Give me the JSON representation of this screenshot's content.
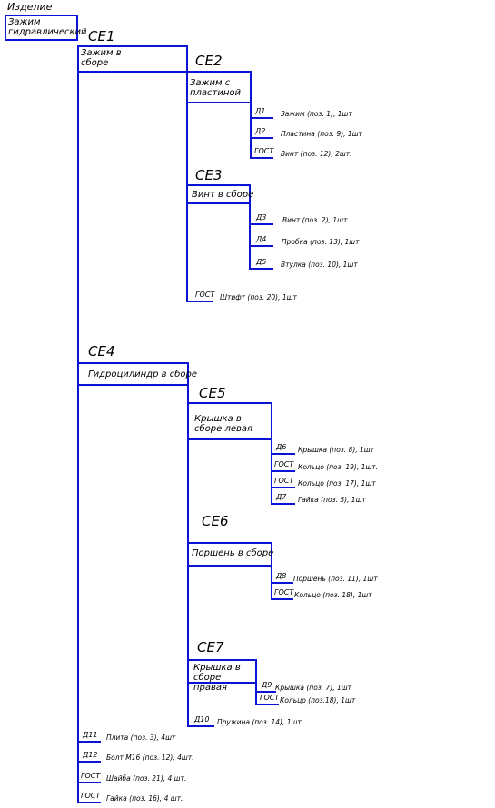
{
  "root": {
    "caption": "Изделие",
    "name": "Зажим гидравлический"
  },
  "ce1": {
    "code": "СЕ1",
    "name": "Зажим в сборе"
  },
  "ce2": {
    "code": "СЕ2",
    "name": "Зажим с пластиной"
  },
  "ce3": {
    "code": "СЕ3",
    "name": "Винт в сборе"
  },
  "ce4": {
    "code": "СЕ4",
    "name": "Гидроцилиндр в сборе"
  },
  "ce5": {
    "code": "СЕ5",
    "name": "Крышка в сборе левая"
  },
  "ce6": {
    "code": "СЕ6",
    "name": "Поршень в сборе"
  },
  "ce7": {
    "code": "СЕ7",
    "name": "Крышка в сборе правая"
  },
  "parts": [
    {
      "code": "Д1",
      "text": "Зажим (поз. 1), 1шт"
    },
    {
      "code": "Д2",
      "text": "Пластина (поз. 9), 1шт"
    },
    {
      "code": "ГОСТ",
      "text": "Винт (поз. 12), 2шт."
    },
    {
      "code": "Д3",
      "text": "Винт (поз. 2), 1шт."
    },
    {
      "code": "Д4",
      "text": "Пробка (поз. 13), 1шт"
    },
    {
      "code": "Д5",
      "text": "Втулка (поз. 10), 1шт"
    },
    {
      "code": "ГОСТ",
      "text": "Штифт (поз. 20), 1шт"
    },
    {
      "code": "Д6",
      "text": "Крышка (поз. 8), 1шт"
    },
    {
      "code": "ГОСТ",
      "text": "Кольцо (поз. 19), 1шт."
    },
    {
      "code": "ГОСТ",
      "text": "Кольцо (поз. 17), 1шт"
    },
    {
      "code": "Д7",
      "text": "Гайка (поз. 5), 1шт"
    },
    {
      "code": "Д8",
      "text": "Поршень (поз. 11), 1шт"
    },
    {
      "code": "ГОСТ",
      "text": "Кольцо (поз. 18), 1шт"
    },
    {
      "code": "Д9",
      "text": "Крышка (поз. 7), 1шт"
    },
    {
      "code": "ГОСТ",
      "text": "Кольцо (поз.18), 1шт"
    },
    {
      "code": "Д10",
      "text": "Пружина (поз. 14), 1шт."
    },
    {
      "code": "Д11",
      "text": "Плита (поз. 3), 4шт"
    },
    {
      "code": "Д12",
      "text": "Болт М16 (поз. 12), 4шт."
    },
    {
      "code": "ГОСТ",
      "text": "Шайба (поз. 21), 4 шт."
    },
    {
      "code": "ГОСТ",
      "text": "Гайка (поз. 16), 4 шт."
    }
  ],
  "colors": {
    "line": "#0a14d2",
    "text": "#000000",
    "background": "#ffffff"
  }
}
